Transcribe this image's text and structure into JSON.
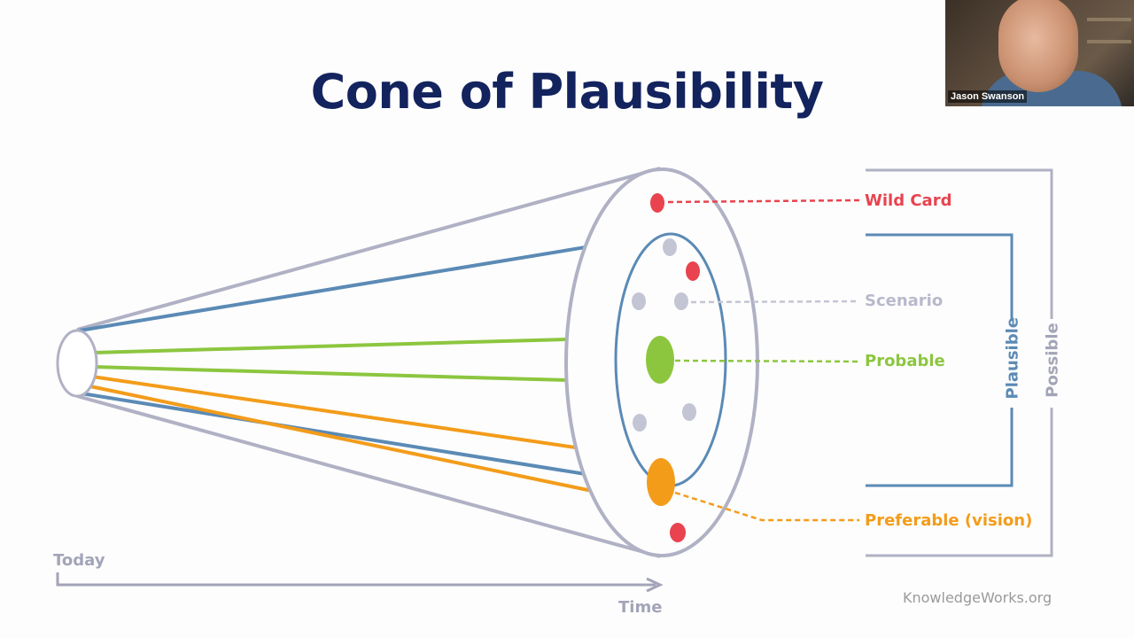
{
  "slide": {
    "title": "Cone of Plausibility",
    "labels": {
      "wild_card": "Wild Card",
      "scenario": "Scenario",
      "probable": "Probable",
      "preferable": "Preferable (vision)",
      "plausible": "Plausible",
      "possible": "Possible"
    },
    "axis": {
      "start_label": "Today",
      "end_label": "Time"
    },
    "source": "KnowledgeWorks.org"
  },
  "colors": {
    "title": "#13235e",
    "wild_card": "#e8434f",
    "scenario": "#b8b9cc",
    "probable": "#8cc63f",
    "preferable": "#f39c1a",
    "plausible": "#5b8ab5",
    "possible": "#a3a4b8"
  },
  "video": {
    "participant_name": "Jason Swanson"
  }
}
